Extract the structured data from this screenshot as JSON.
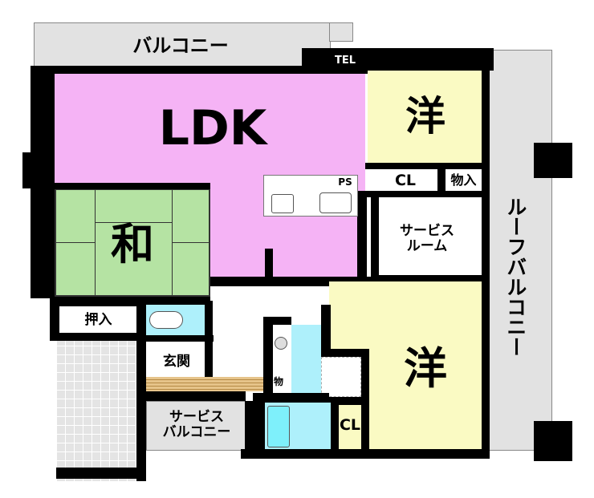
{
  "rooms": {
    "balcony": "バルコニー",
    "roof_balcony": "ルーフバルコニー",
    "ldk": "LDK",
    "western_room_1": "洋",
    "western_room_2": "洋",
    "japanese_room": "和",
    "service_room": "サービス\nルーム",
    "service_balcony": "サービス\nバルコニー",
    "entrance": "玄関",
    "oshiire": "押入",
    "closet_1": "CL",
    "closet_2": "CL",
    "storage_1": "物入",
    "storage_2": "物",
    "tel": "TEL",
    "pipe_space": "PS"
  },
  "colors": {
    "ldk": "#f5b3f5",
    "western": "#fafac3",
    "japanese": "#b5e3a3",
    "wet_area": "#aef0fb",
    "balcony": "#e2e2e2",
    "wood_floor": "#e6c48a"
  }
}
